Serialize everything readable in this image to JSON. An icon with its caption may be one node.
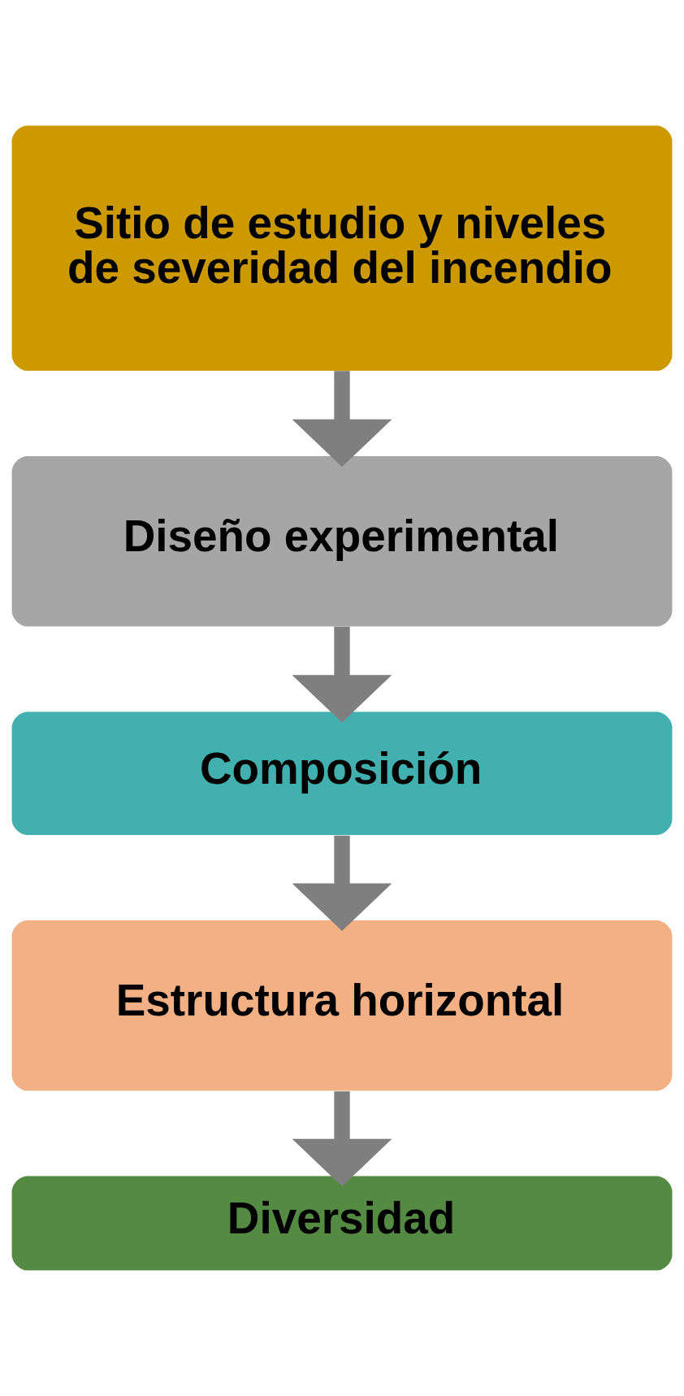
{
  "diagram": {
    "nodes": [
      {
        "text": [
          "Sitio de estudio y niveles de severidad del incendio"
        ]
      },
      {
        "text": [
          "Diseño experimental"
        ]
      },
      {
        "text": [
          "Composición"
        ]
      },
      {
        "text": [
          "Estructura horizontal"
        ]
      },
      {
        "text": [
          "Diversidad"
        ]
      }
    ],
    "edges": [
      {
        "from": 0,
        "to": 1,
        "arrow": "to"
      },
      {
        "from": 1,
        "to": 2,
        "arrow": "to"
      },
      {
        "from": 2,
        "to": 3,
        "arrow": "to"
      },
      {
        "from": 3,
        "to": 4,
        "arrow": "to"
      }
    ]
  }
}
